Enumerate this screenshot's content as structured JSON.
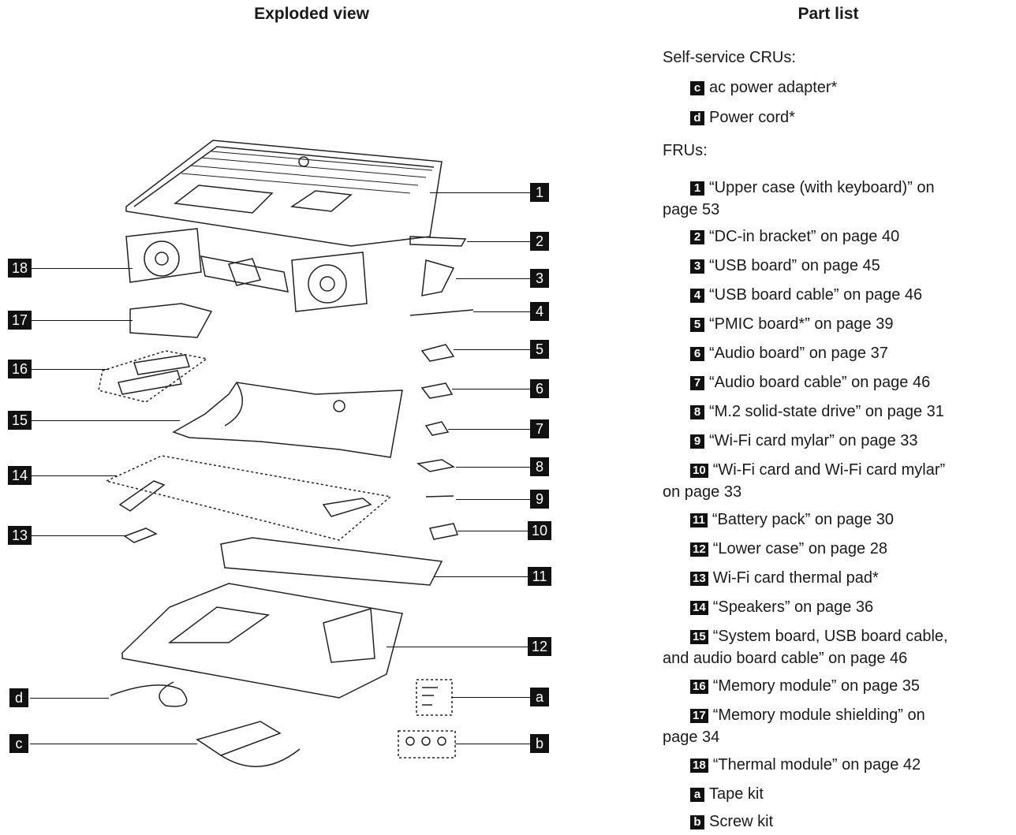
{
  "headings": {
    "left": "Exploded view",
    "right": "Part list"
  },
  "callouts": {
    "c1": "1",
    "c2": "2",
    "c3": "3",
    "c4": "4",
    "c5": "5",
    "c6": "6",
    "c7": "7",
    "c8": "8",
    "c9": "9",
    "c10": "10",
    "c11": "11",
    "c12": "12",
    "c13": "13",
    "c14": "14",
    "c15": "15",
    "c16": "16",
    "c17": "17",
    "c18": "18",
    "ca": "a",
    "cb": "b",
    "cc": "c",
    "cd": "d"
  },
  "part_list": {
    "self_service_label": "Self-service CRUs:",
    "fru_label": "FRUs:",
    "self_service": [
      {
        "tag": "c",
        "text": "ac power adapter*"
      },
      {
        "tag": "d",
        "text": "Power cord*"
      }
    ],
    "frus": [
      {
        "tag": "1",
        "text": "“Upper case (with keyboard)” on",
        "cont": "page 53"
      },
      {
        "tag": "2",
        "text": "“DC-in bracket” on page 40"
      },
      {
        "tag": "3",
        "text": "“USB board” on page 45"
      },
      {
        "tag": "4",
        "text": "“USB board cable” on page 46"
      },
      {
        "tag": "5",
        "text": "“PMIC board*” on page 39"
      },
      {
        "tag": "6",
        "text": "“Audio board” on page 37"
      },
      {
        "tag": "7",
        "text": "“Audio board cable” on page 46"
      },
      {
        "tag": "8",
        "text": "“M.2 solid-state drive” on page 31"
      },
      {
        "tag": "9",
        "text": "“Wi-Fi card mylar” on page 33"
      },
      {
        "tag": "10",
        "text": "“Wi-Fi card and Wi-Fi card mylar”",
        "cont": "on page 33"
      },
      {
        "tag": "11",
        "text": "“Battery pack” on page 30"
      },
      {
        "tag": "12",
        "text": "“Lower case” on page 28"
      },
      {
        "tag": "13",
        "text": "Wi-Fi card thermal pad*"
      },
      {
        "tag": "14",
        "text": "“Speakers” on page 36"
      },
      {
        "tag": "15",
        "text": "“System board, USB board cable,",
        "cont": "and audio board cable” on page 46"
      },
      {
        "tag": "16",
        "text": "“Memory module” on page 35"
      },
      {
        "tag": "17",
        "text": "“Memory module shielding” on",
        "cont": "page 34"
      },
      {
        "tag": "18",
        "text": "“Thermal module” on page 42"
      },
      {
        "tag": "a",
        "text": "Tape kit"
      },
      {
        "tag": "b",
        "text": "Screw kit"
      }
    ]
  }
}
